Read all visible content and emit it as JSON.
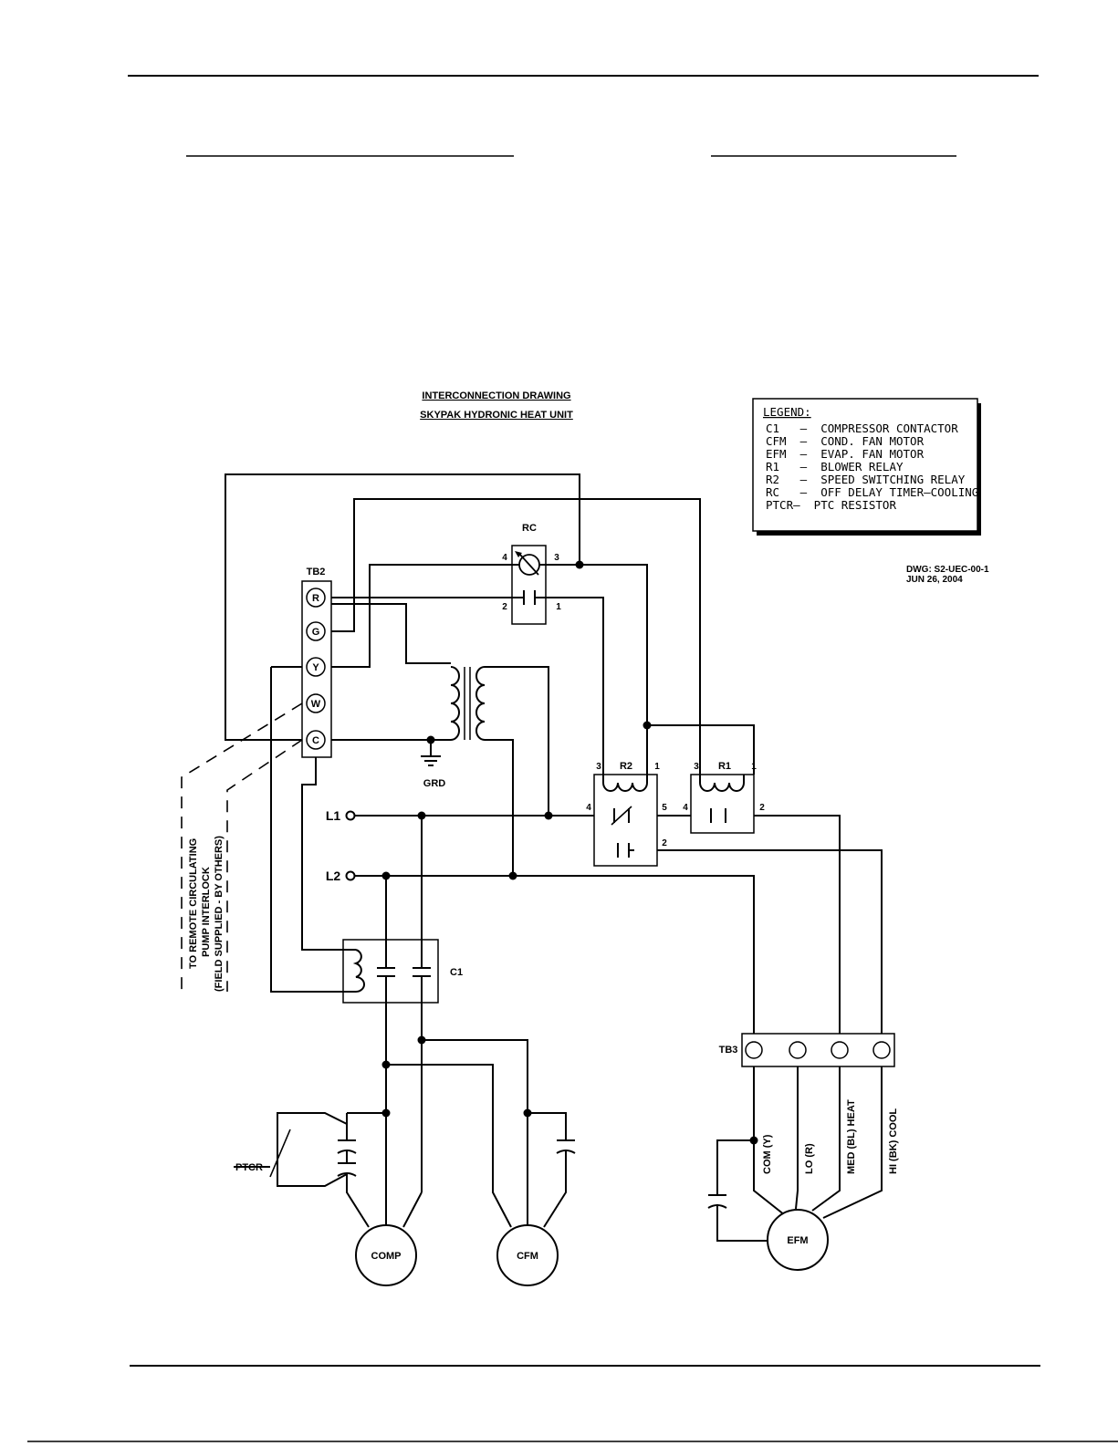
{
  "title": "INTERCONNECTION DRAWING",
  "subtitle": "SKYPAK HYDRONIC HEAT UNIT",
  "legend": {
    "heading": "LEGEND:",
    "items": [
      "C1   —  COMPRESSOR CONTACTOR",
      "CFM  —  COND. FAN MOTOR",
      "EFM  —  EVAP. FAN MOTOR",
      "R1   —  BLOWER RELAY",
      "R2   —  SPEED SWITCHING RELAY",
      "RC   —  OFF DELAY TIMER—COOLING",
      "PTCR—  PTC RESISTOR"
    ]
  },
  "dwg": {
    "number": "DWG: S2-UEC-00-1",
    "date": "JUN 26, 2004"
  },
  "tb2": {
    "label": "TB2",
    "terminals": [
      "R",
      "G",
      "Y",
      "W",
      "C"
    ]
  },
  "rc": {
    "label": "RC",
    "pins": [
      "4",
      "3",
      "2",
      "1"
    ]
  },
  "r2": {
    "label": "R2",
    "pins": [
      "3",
      "1",
      "4",
      "5",
      "2"
    ]
  },
  "r1": {
    "label": "R1",
    "pins": [
      "3",
      "1",
      "4",
      "2"
    ]
  },
  "grd": "GRD",
  "l1": "L1",
  "l2": "L2",
  "c1": "C1",
  "tb3": "TB3",
  "efm_leads": [
    "COM (Y)",
    "LO (R)",
    "MED (BL) HEAT",
    "HI (BK) COOL"
  ],
  "remote_note": [
    "TO REMOTE CIRCULATING",
    "PUMP INTERLOCK",
    "(FIELD SUPPLIED - BY OTHERS)"
  ],
  "ptcr": "PTCR",
  "comp": "COMP",
  "cfm": "CFM",
  "efm": "EFM"
}
